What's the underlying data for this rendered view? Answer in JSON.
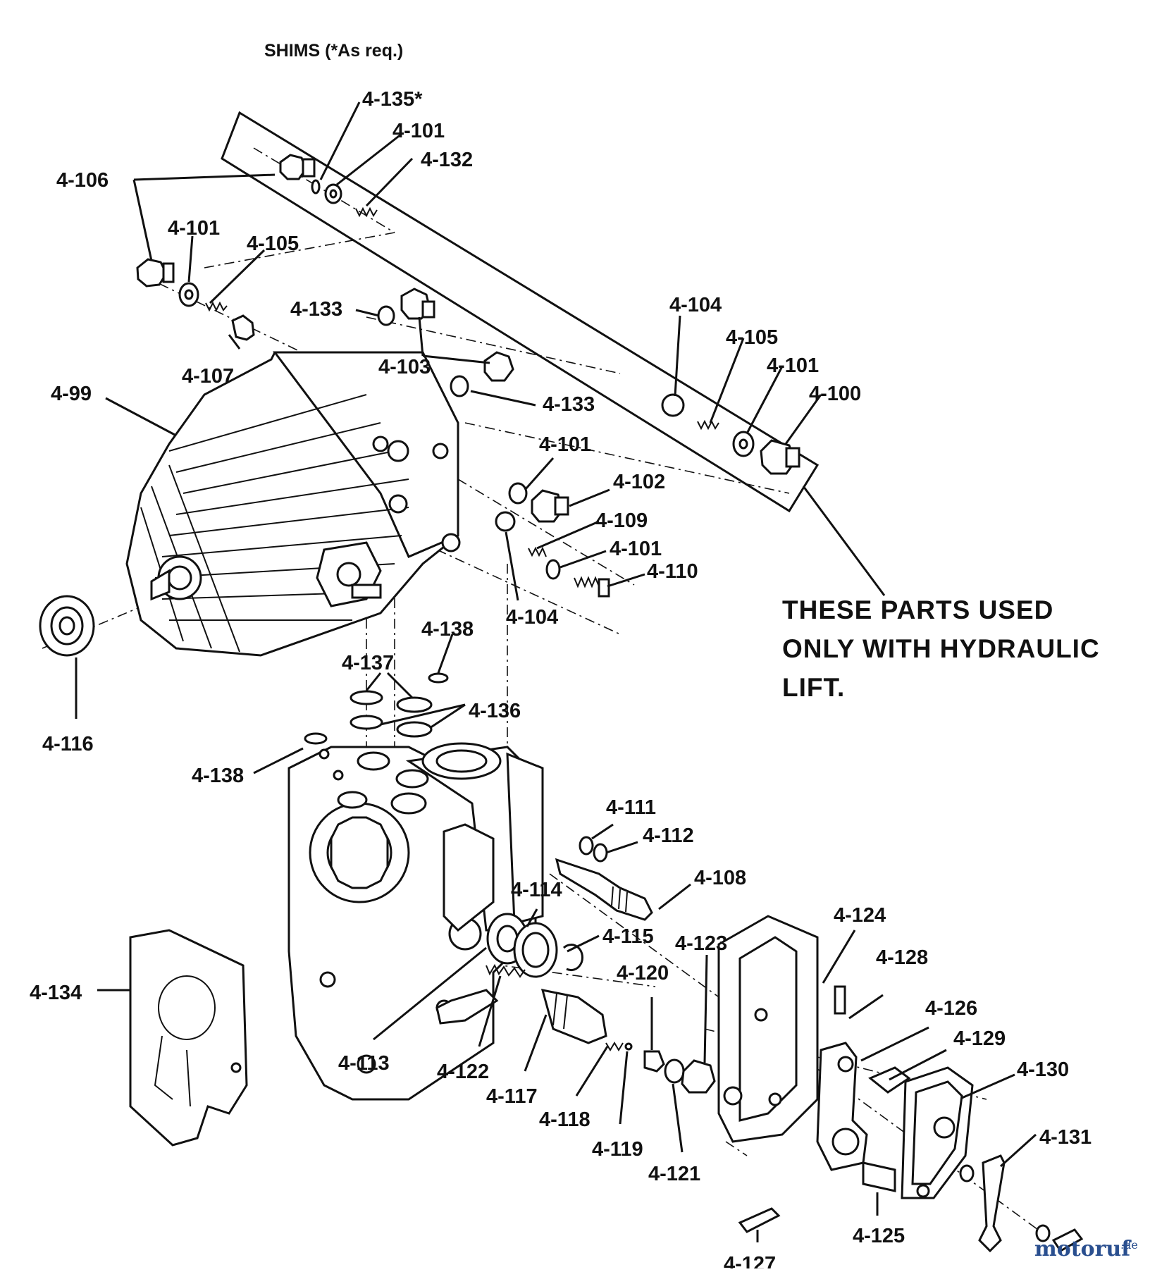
{
  "header": {
    "shims": "SHIMS (*As req.)"
  },
  "note": {
    "line1": "THESE PARTS USED",
    "line2": "ONLY WITH HYDRAULIC",
    "line3": "LIFT."
  },
  "labels": {
    "l_4_135": "4-135*",
    "l_4_101_a": "4-101",
    "l_4_132": "4-132",
    "l_4_106": "4-106",
    "l_4_101_b": "4-101",
    "l_4_105_a": "4-105",
    "l_4_133_a": "4-133",
    "l_4_107": "4-107",
    "l_4_103": "4-103",
    "l_4_99": "4-99",
    "l_4_133_b": "4-133",
    "l_4_104_a": "4-104",
    "l_4_105_b": "4-105",
    "l_4_101_c": "4-101",
    "l_4_100": "4-100",
    "l_4_101_d": "4-101",
    "l_4_102": "4-102",
    "l_4_109": "4-109",
    "l_4_101_e": "4-101",
    "l_4_110": "4-110",
    "l_4_104_b": "4-104",
    "l_4_138_a": "4-138",
    "l_4_137": "4-137",
    "l_4_136": "4-136",
    "l_4_116": "4-116",
    "l_4_138_b": "4-138",
    "l_4_111": "4-111",
    "l_4_112": "4-112",
    "l_4_108": "4-108",
    "l_4_114": "4-114",
    "l_4_115": "4-115",
    "l_4_124": "4-124",
    "l_4_123": "4-123",
    "l_4_120": "4-120",
    "l_4_128": "4-128",
    "l_4_134": "4-134",
    "l_4_126": "4-126",
    "l_4_129": "4-129",
    "l_4_130": "4-130",
    "l_4_113": "4-113",
    "l_4_122": "4-122",
    "l_4_117": "4-117",
    "l_4_118": "4-118",
    "l_4_119": "4-119",
    "l_4_121": "4-121",
    "l_4_131": "4-131",
    "l_4_127": "4-127",
    "l_4_125": "4-125"
  },
  "watermark": {
    "name": "motoruf",
    "tld": ".de"
  }
}
